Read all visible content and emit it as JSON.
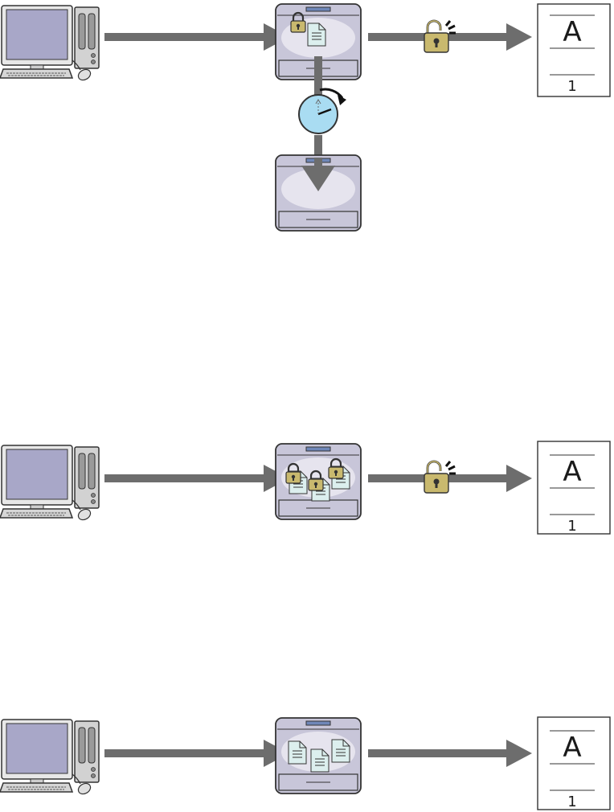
{
  "colors": {
    "arrow": "#6d6d6d",
    "printer_body": "#c8c6d9",
    "printer_stroke": "#333333",
    "printer_tray": "#e6e4ee",
    "printer_panel": "#6f87b8",
    "computer_screen": "#a8a7c8",
    "computer_body": "#cfcfcf",
    "document": "#dcefee",
    "lock": "#c9b96e",
    "clock_face": "#a9dcf2"
  },
  "icons": {
    "computer": "desktop-computer-icon",
    "printer": "printer-icon",
    "lock": "padlock-icon",
    "unlock": "unlocked-padlock-icon",
    "clock": "clock-icon",
    "document": "document-icon",
    "output_page": "printed-page-icon"
  },
  "output_pages": [
    {
      "letter": "A",
      "number": "1"
    },
    {
      "letter": "A",
      "number": "1"
    },
    {
      "letter": "A",
      "number": "1"
    }
  ]
}
